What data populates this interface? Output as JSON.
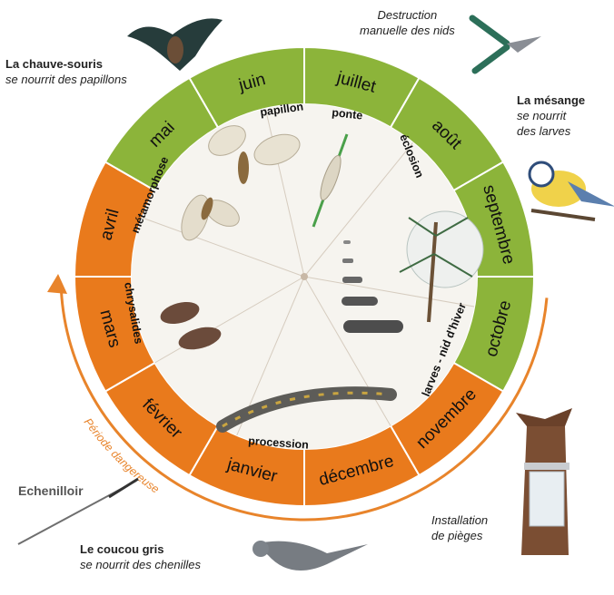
{
  "months": [
    {
      "label": "juillet",
      "season": "green"
    },
    {
      "label": "août",
      "season": "green"
    },
    {
      "label": "septembre",
      "season": "green"
    },
    {
      "label": "octobre",
      "season": "green"
    },
    {
      "label": "novembre",
      "season": "orange"
    },
    {
      "label": "décembre",
      "season": "orange"
    },
    {
      "label": "janvier",
      "season": "orange"
    },
    {
      "label": "février",
      "season": "orange"
    },
    {
      "label": "mars",
      "season": "orange"
    },
    {
      "label": "avril",
      "season": "orange"
    },
    {
      "label": "mai",
      "season": "green"
    },
    {
      "label": "juin",
      "season": "green"
    }
  ],
  "stages": {
    "papillon": "papillon",
    "ponte": "ponte",
    "eclosion": "éclosion",
    "larves": "larves - nid d'hiver",
    "procession": "procession",
    "chrysalides": "chrysalides",
    "metamorphose": "métamorphose"
  },
  "period_label": "Période dangereuse",
  "annotations": {
    "bat": {
      "title": "La chauve-souris",
      "text": "se nourrit des papillons"
    },
    "nests": {
      "line1": "Destruction",
      "line2": "manuelle des nids"
    },
    "tit": {
      "title": "La mésange",
      "line1": "se nourrit",
      "line2": "des larves"
    },
    "cuckoo": {
      "title": "Le coucou gris",
      "text": "se nourrit des chenilles"
    },
    "pruner": {
      "label": "Echenilloir"
    },
    "traps": {
      "line1": "Installation",
      "line2": "de pièges"
    }
  },
  "colors": {
    "green": "#8cb43a",
    "orange": "#e97a1c",
    "inner": "#f6f4ef",
    "arrow": "#e8842b"
  }
}
